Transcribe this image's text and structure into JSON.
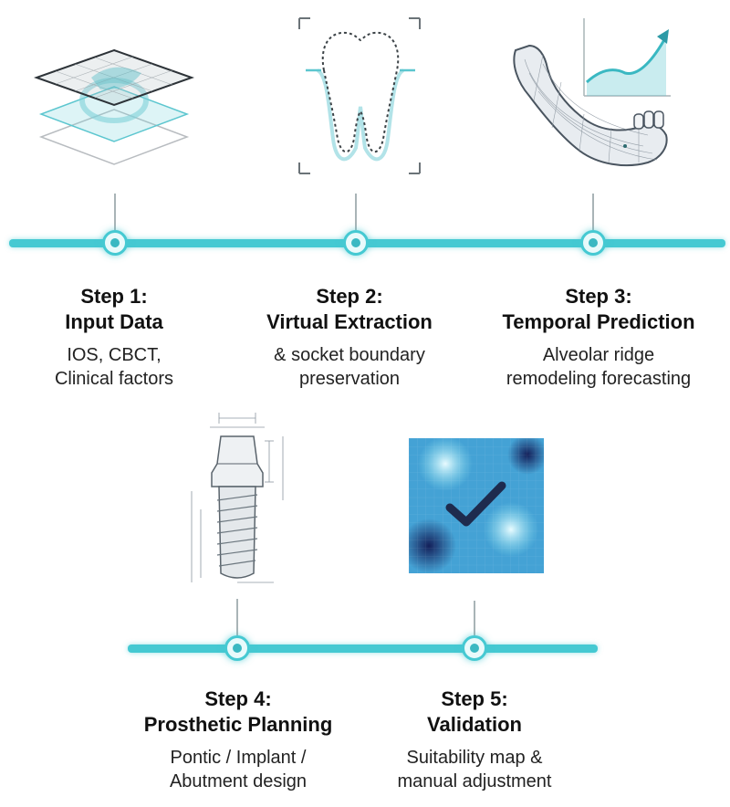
{
  "steps": [
    {
      "title_line1": "Step 1:",
      "title_line2": "Input Data",
      "desc_line1": "IOS, CBCT,",
      "desc_line2": "Clinical factors",
      "icon": "stacked-layers-icon"
    },
    {
      "title_line1": "Step 2:",
      "title_line2": "Virtual Extraction",
      "desc_line1": "& socket boundary",
      "desc_line2": "preservation",
      "icon": "tooth-outline-icon"
    },
    {
      "title_line1": "Step 3:",
      "title_line2": "Temporal Prediction",
      "desc_line1": "Alveolar ridge",
      "desc_line2": "remodeling forecasting",
      "icon": "jaw-mesh-chart-icon"
    },
    {
      "title_line1": "Step 4:",
      "title_line2": "Prosthetic Planning",
      "desc_line1": "Pontic / Implant /",
      "desc_line2": "Abutment design",
      "icon": "implant-drawing-icon"
    },
    {
      "title_line1": "Step 5:",
      "title_line2": "Validation",
      "desc_line1": "Suitability map &",
      "desc_line2": "manual adjustment",
      "icon": "heatmap-check-icon"
    }
  ],
  "colors": {
    "accent": "#45c9d2",
    "node_core": "#3ab8c2",
    "heatmap_dark": "#1b2a6b",
    "heatmap_light": "#8fe6f0"
  }
}
